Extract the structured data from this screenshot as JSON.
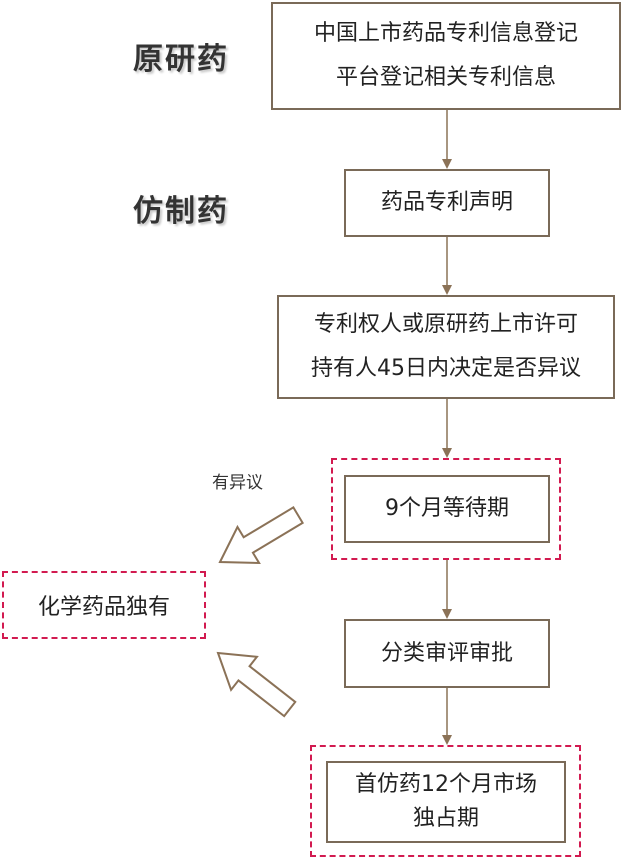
{
  "labels": {
    "originator": "原研药",
    "generic": "仿制药",
    "objection": "有异议"
  },
  "steps": {
    "register": [
      "中国上市药品专利信息登记",
      "平台登记相关专利信息"
    ],
    "declaration": "药品专利声明",
    "decision": [
      "专利权人或原研药上市许可",
      "持有人45日内决定是否异议"
    ],
    "waiting": "9个月等待期",
    "review": "分类审评审批",
    "first_generic": [
      "首仿药12个月市场",
      "独占期"
    ]
  },
  "exclusive": "化学药品独有",
  "colors": {
    "box_border": "#7a6a58",
    "connector": "#8b7257",
    "highlight_dashed": "#d21a50"
  }
}
